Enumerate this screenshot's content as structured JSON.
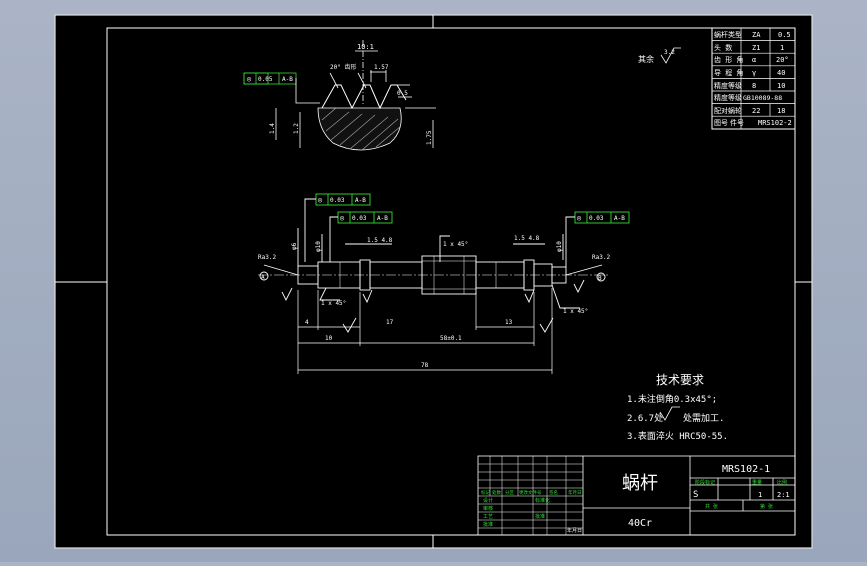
{
  "colors": {
    "background": "#a6b0c2",
    "paper": "#000000",
    "line": "#ffffff",
    "accent_green": "#33dd33",
    "dimension_line": "#e6e6e6"
  },
  "surface_roughness": {
    "note": "其余",
    "value": "3.2"
  },
  "spec_table": [
    {
      "label": "蜗杆类型",
      "symbol": "ZA",
      "value": "0.5"
    },
    {
      "label": "头  数",
      "symbol": "Z1",
      "value": "1"
    },
    {
      "label": "齿 形 角",
      "symbol": "α",
      "value": "20°"
    },
    {
      "label": "导 程 角",
      "symbol": "γ",
      "value": "40"
    },
    {
      "label": "精度等级",
      "symbol": "8",
      "value": "10"
    },
    {
      "label": "精度等级",
      "symbol": "GB10089-88",
      "value": ""
    },
    {
      "label": "配对蜗轮",
      "symbol": "22",
      "value": "18"
    },
    {
      "label": "图号",
      "symbol": "件号",
      "value": "MRS102-2"
    }
  ],
  "detail_view": {
    "scale": "10:1",
    "tolerance_box": [
      "◎",
      "0.05",
      "A-B"
    ],
    "dim_a": "1.57",
    "dim_b": "0.5",
    "angle": "20° 齿形",
    "dim_h1": "1.4",
    "dim_h2": "1.2",
    "dim_h3": "1.75"
  },
  "main_view": {
    "tol_box_1": [
      "◎",
      "0.03",
      "A-B"
    ],
    "tol_box_2": [
      "◎",
      "0.03",
      "A-B"
    ],
    "tol_box_3": [
      "◎",
      "0.03",
      "A-B"
    ],
    "left_finish": "Ra3.2",
    "right_finish": "Ra3.2",
    "datum_a": "A",
    "datum_b": "B",
    "chamfer_left": "1 x 45°",
    "chamfer_right": "1 x 45°",
    "chamfer_mid": "1 x 45°",
    "groove_left": "1.5 4.8",
    "groove_right": "1.5 4.8",
    "dim_bottom_left": "4",
    "dim_mid_left": "17",
    "dim_mid_right": "13",
    "dim_left_span": "10",
    "dim_thread_span": "58±0.1",
    "dim_total": "78",
    "dia_left_1": "φ6",
    "dia_left_2": "φ10",
    "dia_right": "φ10"
  },
  "tech_requirements": {
    "title": "技术要求",
    "items": [
      "1.未注倒角0.3x45°;",
      "2.6.7处",
      "3.表面淬火 HRC50-55."
    ],
    "roughness_suffix": "处需加工."
  },
  "title_block": {
    "part_name": "蜗杆",
    "material": "40Cr",
    "drawing_no": "MRS102-1",
    "header_cells": [
      "阶段标记",
      "重量",
      "比例"
    ],
    "stage": "S",
    "weight": "1",
    "scale": "2:1",
    "sheet_text": "共 张",
    "sheet_text2": "第 张",
    "sign_headers": [
      "标记",
      "处数",
      "分区",
      "更改文件号",
      "签名",
      "年月日"
    ],
    "sign_rows": [
      "设计",
      "审核",
      "工艺",
      "批准"
    ],
    "standard_label": "标准化",
    "date_label": "年月日",
    "approval_label": "批准"
  }
}
